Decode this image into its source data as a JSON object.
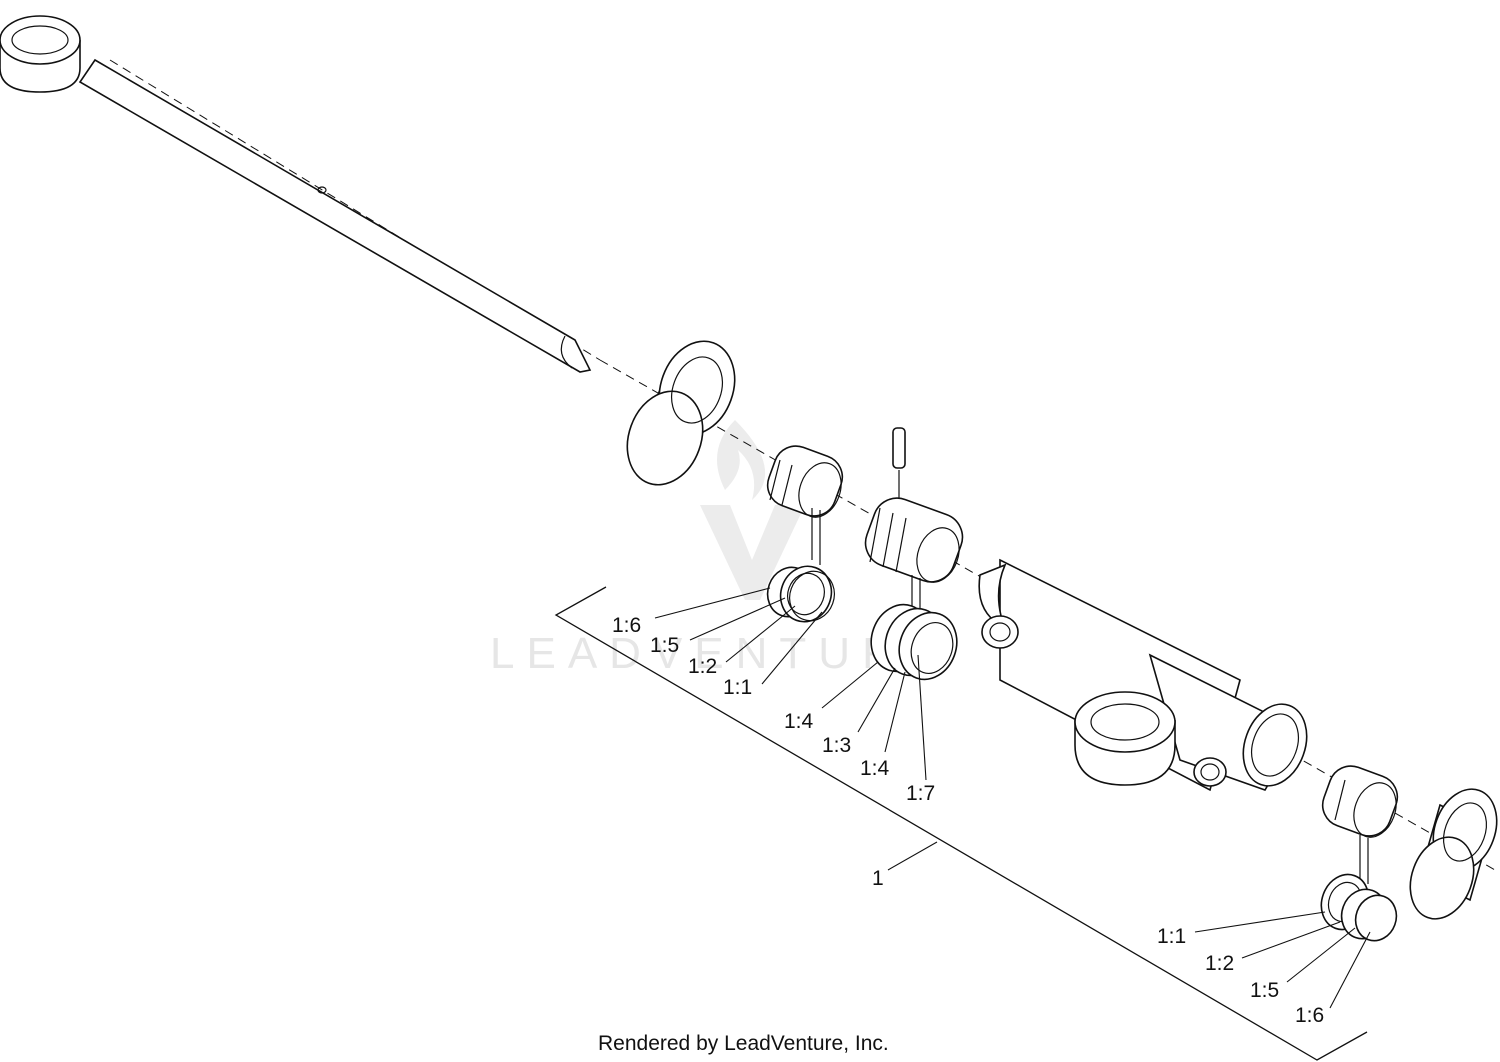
{
  "footer": {
    "credit": "Rendered by LeadVenture, Inc."
  },
  "watermark": {
    "text": "LEADVENTURE",
    "icon": "leadventure-logo-icon"
  },
  "assembly": {
    "bracket_label": "1"
  },
  "callouts": {
    "left_head_group": [
      "1:6",
      "1:5",
      "1:2",
      "1:1"
    ],
    "piston_group": [
      "1:4",
      "1:3",
      "1:4",
      "1:7"
    ],
    "right_head_group": [
      "1:1",
      "1:2",
      "1:5",
      "1:6"
    ]
  },
  "colors": {
    "line": "#111111",
    "watermark": "#e6e6e6",
    "background": "#ffffff"
  }
}
